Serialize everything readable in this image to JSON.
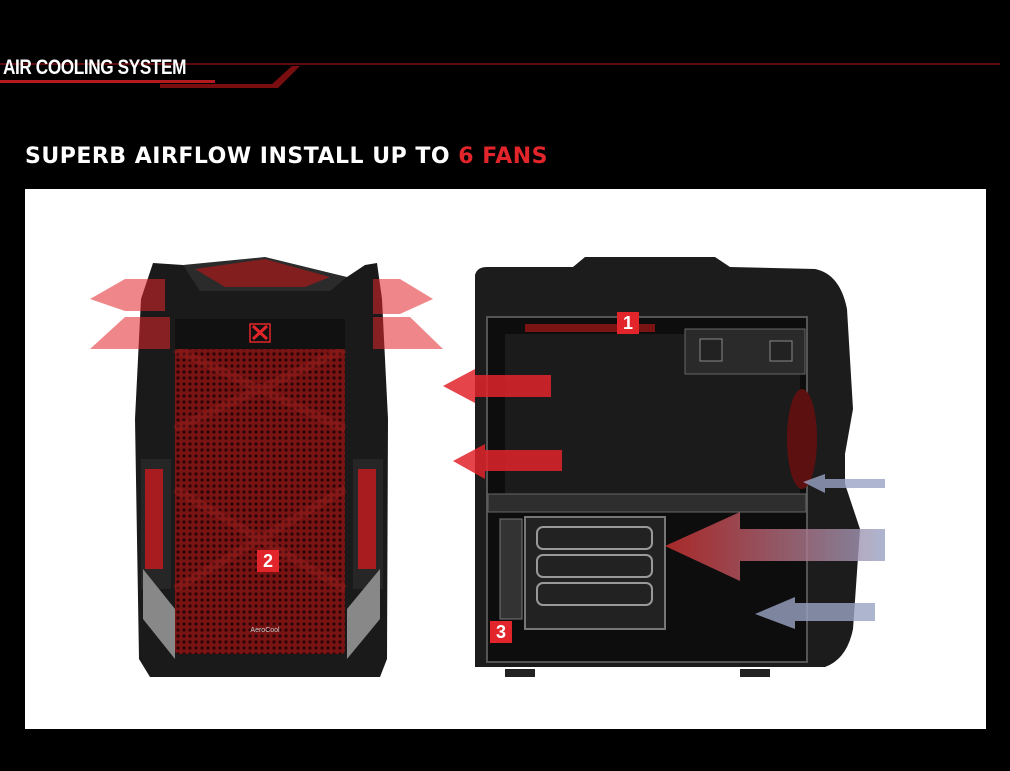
{
  "section": {
    "title": "AIR COOLING SYSTEM"
  },
  "headline": {
    "prefix": "SUPERB AIRFLOW INSTALL UP TO ",
    "highlight": "6 FANS"
  },
  "badges": {
    "top": "1",
    "front": "2",
    "bottom": "3"
  },
  "colors": {
    "accent": "#e1252b",
    "background": "#000000",
    "panel": "#ffffff",
    "intake_arrow": "#9aa3c4"
  }
}
